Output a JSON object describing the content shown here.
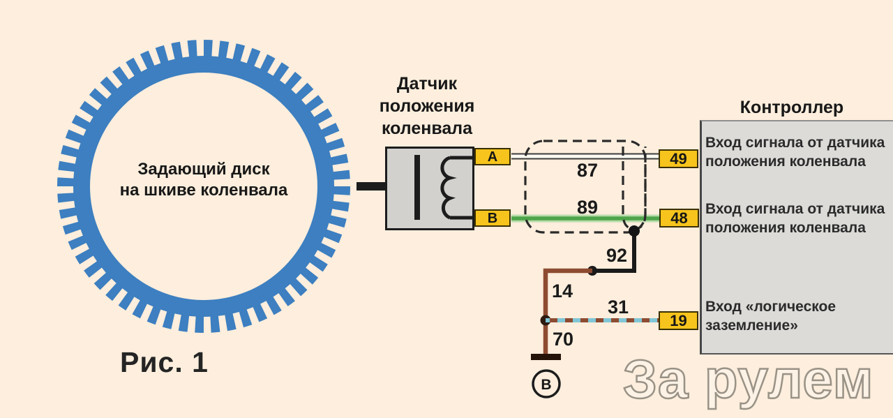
{
  "figure": {
    "caption": "Рис. 1"
  },
  "gear": {
    "label": "Задающий диск\nна шкиве коленвала",
    "teeth": 56,
    "color": "#3d7fc0"
  },
  "sensor": {
    "title": "Датчик\nположения\nколенвала",
    "terminals": [
      {
        "label": "А"
      },
      {
        "label": "В"
      }
    ]
  },
  "controller": {
    "title": "Контроллер",
    "inputs": [
      {
        "pin": "49",
        "wire": "87",
        "label": "Вход сигнала от датчика положения коленвала"
      },
      {
        "pin": "48",
        "wire": "89",
        "label": "Вход сигнала от датчика положения коленвала"
      },
      {
        "pin": "19",
        "wire": "31",
        "label": "Вход «логическое заземление»"
      }
    ]
  },
  "wires": {
    "w87": {
      "number": "87",
      "color_name": "white"
    },
    "w89": {
      "number": "89",
      "color_name": "green",
      "color": "#4fa44a"
    },
    "w92": {
      "number": "92",
      "color_name": "black",
      "color": "#1a1a1a"
    },
    "w14": {
      "number": "14",
      "color_name": "brown",
      "color": "#8d4c31"
    },
    "w31": {
      "number": "31",
      "color_name": "brown-blue",
      "color": "#8d4c31",
      "stripe": "#7fc6d6"
    },
    "w70": {
      "number": "70",
      "color_name": "brown",
      "color": "#8d4c31"
    }
  },
  "ground": {
    "label": "В"
  },
  "watermark": "За рулем",
  "colors": {
    "background": "#fdeedd",
    "gear_blue": "#3d7fc0",
    "terminal_yellow": "#f6c41c",
    "sensor_gray": "#d2d1ce",
    "controller_gray": "#dcdbd8"
  }
}
